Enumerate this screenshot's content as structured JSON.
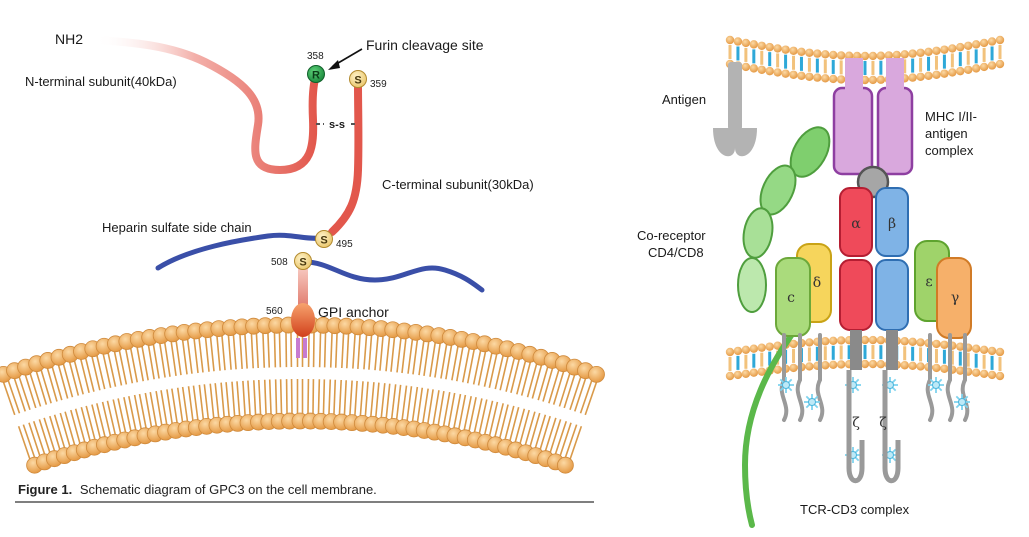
{
  "left_panel": {
    "nh2": "NH2",
    "n_terminal": "N-terminal subunit(40kDa)",
    "furin": "Furin cleavage site",
    "r_letter": "R",
    "r_num": "358",
    "s_letter": "S",
    "s359": "359",
    "ss_bond": "s-s",
    "c_terminal": "C-terminal subunit(30kDa)",
    "heparin": "Heparin sulfate side chain",
    "s495": "495",
    "s508": "508",
    "gpi_num": "560",
    "gpi": "GPI anchor",
    "caption_bold": "Figure 1.",
    "caption_text": "Schematic diagram of GPC3 on the cell membrane."
  },
  "right_panel": {
    "antigen": "Antigen",
    "mhc": [
      "MHC I/II-",
      "antigen",
      "complex"
    ],
    "coreceptor": [
      "Co-receptor",
      "CD4/CD8"
    ],
    "alpha": "α",
    "beta": "β",
    "c": "c",
    "delta": "δ",
    "epsilon": "ε",
    "gamma": "γ",
    "zeta": "ζ",
    "tcr": "TCR-CD3 complex"
  },
  "colors": {
    "lipid_head": "#f2b064",
    "lipid_tail": "#d99a4a",
    "protein_red": "#e55a52",
    "heparin_blue": "#3a4fa8",
    "mhc_purple": "#d9a8dd",
    "tcr_red": "#ef4a5a",
    "tcr_blue": "#7fb3e6",
    "cd3_green": "#9fd36a",
    "cd3_yellow": "#f6d55c",
    "cd3_orange": "#f6b06a",
    "coreceptor_green": "#6cbf5a"
  }
}
